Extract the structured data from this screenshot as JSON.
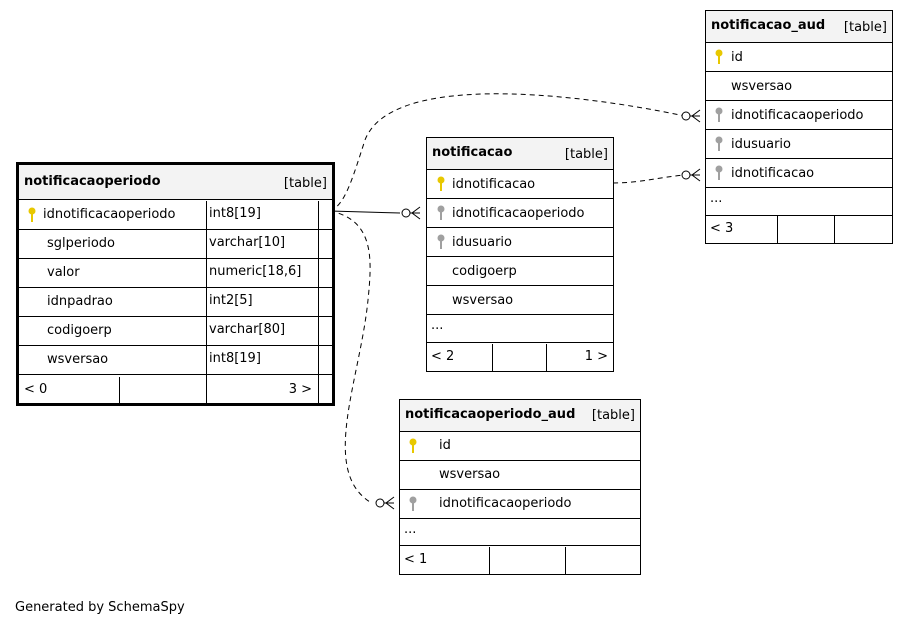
{
  "footer": "Generated by SchemaSpy",
  "tables": {
    "notificacaoperiodo": {
      "name": "notificacaoperiodo",
      "kind": "[table]",
      "columns": [
        {
          "name": "idnotificacaoperiodo",
          "type": "int8[19]",
          "key": "primary"
        },
        {
          "name": "sglperiodo",
          "type": "varchar[10]",
          "key": ""
        },
        {
          "name": "valor",
          "type": "numeric[18,6]",
          "key": ""
        },
        {
          "name": "idnpadrao",
          "type": "int2[5]",
          "key": ""
        },
        {
          "name": "codigoerp",
          "type": "varchar[80]",
          "key": ""
        },
        {
          "name": "wsversao",
          "type": "int8[19]",
          "key": ""
        }
      ],
      "footer_left": "< 0",
      "footer_right": "3 >"
    },
    "notificacao": {
      "name": "notificacao",
      "kind": "[table]",
      "columns": [
        {
          "name": "idnotificacao",
          "key": "primary"
        },
        {
          "name": "idnotificacaoperiodo",
          "key": "foreign"
        },
        {
          "name": "idusuario",
          "key": "foreign"
        },
        {
          "name": "codigoerp",
          "key": ""
        },
        {
          "name": "wsversao",
          "key": ""
        }
      ],
      "ellipsis": "...",
      "footer_left": "< 2",
      "footer_right": "1 >"
    },
    "notificacao_aud": {
      "name": "notificacao_aud",
      "kind": "[table]",
      "columns": [
        {
          "name": "id",
          "key": "primary"
        },
        {
          "name": "wsversao",
          "key": ""
        },
        {
          "name": "idnotificacaoperiodo",
          "key": "foreign"
        },
        {
          "name": "idusuario",
          "key": "foreign"
        },
        {
          "name": "idnotificacao",
          "key": "foreign"
        }
      ],
      "ellipsis": "...",
      "footer_left": "< 3",
      "footer_right": ""
    },
    "notificacaoperiodo_aud": {
      "name": "notificacaoperiodo_aud",
      "kind": "[table]",
      "columns": [
        {
          "name": "id",
          "key": "primary"
        },
        {
          "name": "wsversao",
          "key": ""
        },
        {
          "name": "idnotificacaoperiodo",
          "key": "foreign"
        }
      ],
      "ellipsis": "...",
      "footer_left": "< 1",
      "footer_right": ""
    }
  },
  "colors": {
    "primary_key": "#e8c800",
    "foreign_key": "#a0a0a0",
    "header_bg": "#f3f3f3"
  }
}
